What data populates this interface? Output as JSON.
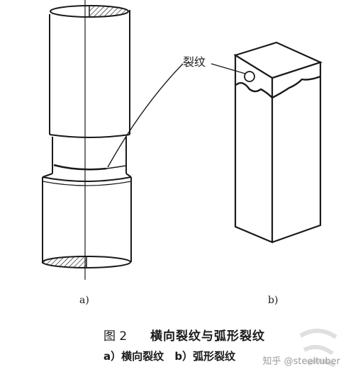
{
  "figure": {
    "callout_label": "裂纹",
    "sub_a_label": "a)",
    "sub_b_label": "b)",
    "figure_number": "图 2",
    "figure_title": "横向裂纹与弧形裂纹",
    "caption_a": "a）横向裂纹",
    "caption_b": "b）弧形裂纹"
  },
  "watermark": {
    "text": "知乎 @steeltuber"
  },
  "colors": {
    "ink": "#1a1a1a",
    "background": "#ffffff",
    "watermark": "#9a9a9a"
  }
}
